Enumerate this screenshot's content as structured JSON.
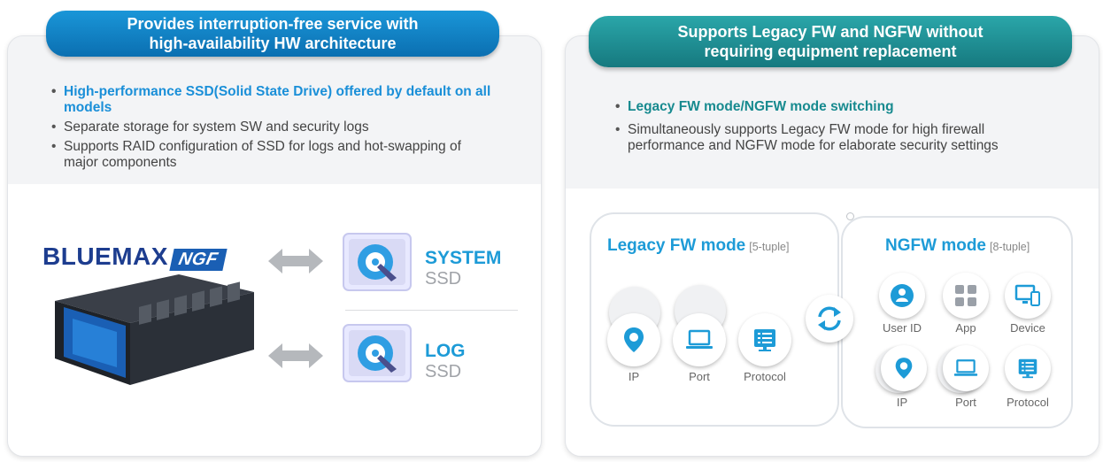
{
  "left": {
    "banner_line1": "Provides interruption-free service with",
    "banner_line2": "high-availability  HW architecture",
    "bullet1": "High-performance SSD(Solid State Drive) offered by default on all models",
    "bullet2": "Separate storage for system SW and security logs",
    "bullet3": "Supports RAID configuration of SSD for logs and hot-swapping of major components",
    "logo_main": "BLUEMAX",
    "logo_badge": "NGF",
    "system_title": "SYSTEM",
    "system_sub": "SSD",
    "log_title": "LOG",
    "log_sub": "SSD"
  },
  "right": {
    "banner_line1": "Supports Legacy FW and NGFW without",
    "banner_line2": "requiring equipment replacement",
    "bullet1": "Legacy FW mode/NGFW mode switching",
    "bullet2": "Simultaneously supports Legacy FW mode for high firewall performance and NGFW mode for elaborate security settings",
    "legacy_title": "Legacy FW mode",
    "legacy_tag": "[5-tuple]",
    "ngfw_title": "NGFW mode",
    "ngfw_tag": "[8-tuple]",
    "legacy_labels": [
      "IP",
      "Port",
      "Protocol"
    ],
    "ngfw_labels": [
      "User ID",
      "App",
      "Device",
      "IP",
      "Port",
      "Protocol"
    ]
  },
  "colors": {
    "accent_blue": "#1a8fd8",
    "accent_teal": "#178a8f",
    "logo_navy": "#1d3d8f"
  },
  "icons": [
    "location-pin-icon",
    "laptop-icon",
    "server-list-icon",
    "user-icon",
    "apps-grid-icon",
    "devices-icon",
    "sync-icon",
    "hard-disk-icon",
    "double-arrow-icon"
  ]
}
